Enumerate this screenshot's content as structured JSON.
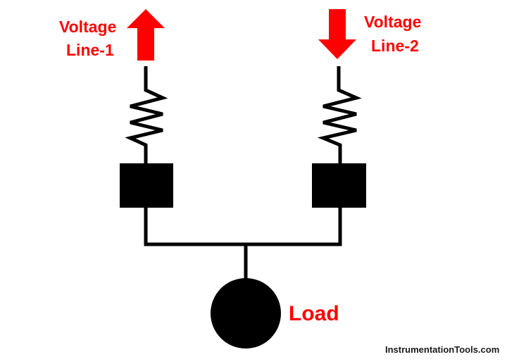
{
  "diagram": {
    "colors": {
      "arrow": "#ff0000",
      "label": "#ff0000",
      "wire": "#000000",
      "credit": "#1a1a1a"
    },
    "lines": [
      {
        "id": "line-1",
        "label_line1": "Voltage",
        "label_line2": "Line-1",
        "arrow_direction": "up",
        "arrow_icon": "arrow-up-icon"
      },
      {
        "id": "line-2",
        "label_line1": "Voltage",
        "label_line2": "Line-2",
        "arrow_direction": "down",
        "arrow_icon": "arrow-down-icon"
      }
    ],
    "load": {
      "label": "Load"
    },
    "credit": "InstrumentationTools.com"
  }
}
